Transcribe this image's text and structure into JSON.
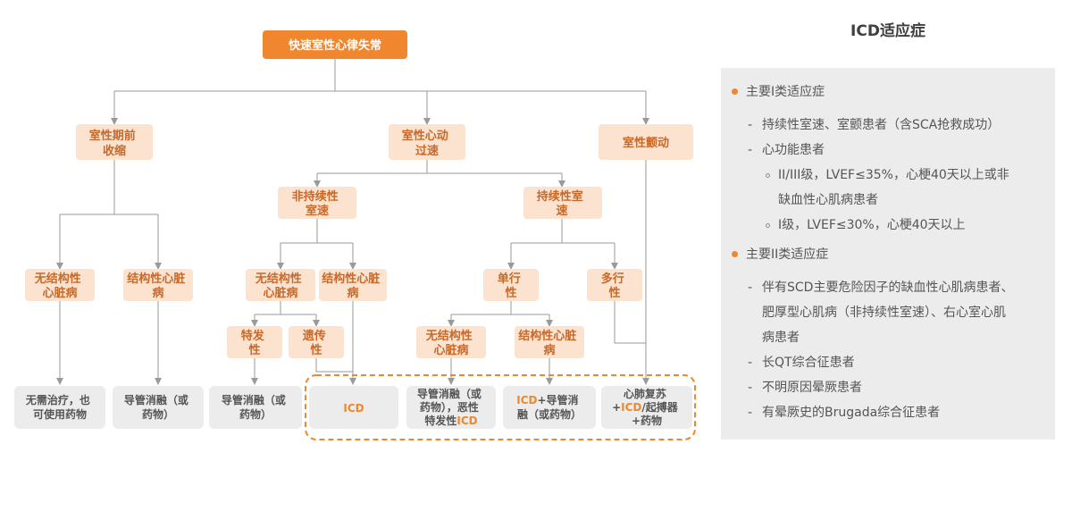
{
  "diagram": {
    "root": "快速室性心律失常",
    "level1": {
      "premature": [
        "室性期前",
        "收缩"
      ],
      "vt": [
        "室性心动",
        "过速"
      ],
      "vf": "室性颤动"
    },
    "level2": {
      "nonsustained": [
        "非持续性",
        "室速"
      ],
      "sustained": [
        "持续性室",
        "速"
      ]
    },
    "level3": {
      "pvc_no_shd": [
        "无结构性",
        "心脏病"
      ],
      "pvc_shd": [
        "结构性心脏",
        "病"
      ],
      "ns_no_shd": [
        "无结构性",
        "心脏病"
      ],
      "ns_shd": [
        "结构性心脏",
        "病"
      ],
      "mono": [
        "单行",
        "性"
      ],
      "poly": [
        "多行",
        "性"
      ]
    },
    "level4": {
      "idiopathic": [
        "特发",
        "性"
      ],
      "hereditary": [
        "遗传",
        "性"
      ],
      "mono_no_shd": [
        "无结构性",
        "心脏病"
      ],
      "mono_shd": [
        "结构性心脏",
        "病"
      ]
    },
    "outcomes": {
      "o1": [
        "无需治疗，也",
        "可使用药物"
      ],
      "o2": [
        "导管消融（或",
        "药物）"
      ],
      "o3": [
        "导管消融（或",
        "药物）"
      ],
      "o4": "ICD",
      "o5_line1": "导管消融（或",
      "o5_line2": "药物），恶性",
      "o5_line3_a": "特发性",
      "o5_line3_b": "ICD",
      "o6_line1_a": "ICD",
      "o6_line1_b": "+导管消",
      "o6_line2": "融（或药物）",
      "o7_line1": "心肺复苏",
      "o7_line2_a": "+",
      "o7_line2_b": "ICD",
      "o7_line2_c": "/起搏器",
      "o7_line3": "+药物"
    }
  },
  "panel": {
    "title": "ICD适应症",
    "class1_title": "主要I类适应症",
    "class1_item1": "持续性室速、室颤患者（含SCA抢救成功）",
    "class1_item2": "心功能患者",
    "class1_sub1_line1": "II/III级，LVEF≤35%，心梗40天以上或非",
    "class1_sub1_line2": "缺血性心肌病患者",
    "class1_sub2": "I级，LVEF≤30%，心梗40天以上",
    "class2_title": "主要II类适应症",
    "class2_item1_line1": "伴有SCD主要危险因子的缺血性心肌病患者、",
    "class2_item1_line2": "肥厚型心肌病（非持续性室速）、右心室心肌",
    "class2_item1_line3": "病患者",
    "class2_item2": "长QT综合征患者",
    "class2_item3": "不明原因晕厥患者",
    "class2_item4": "有晕厥史的Brugada综合征患者",
    "dash": "-"
  },
  "colors": {
    "orange": "#f0872e",
    "peach": "#fbe3cf",
    "node_text": "#c8692a",
    "leaf_bg": "#ececec",
    "leaf_text": "#555555",
    "line": "#9a9a9a"
  }
}
